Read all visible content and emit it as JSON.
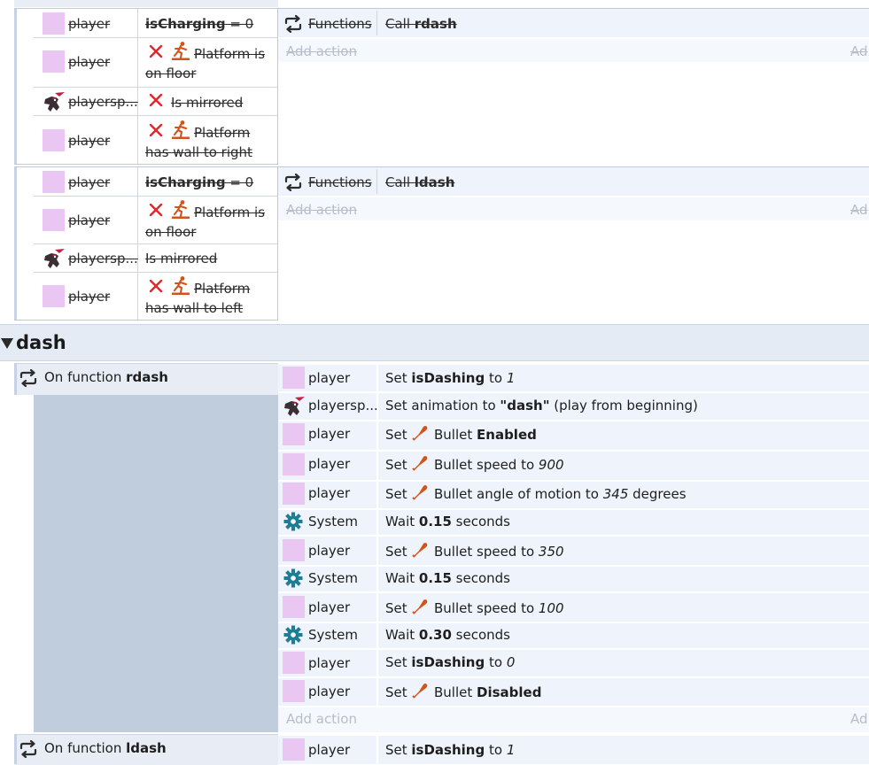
{
  "common": {
    "player": "player",
    "player_sprite": "playersp...",
    "system": "System",
    "add_action": "Add action",
    "add_right": "Ad"
  },
  "event_r": {
    "cond1": {
      "var": "isCharging",
      "rest": " = 0"
    },
    "cond2": {
      "line1": "Platform is",
      "line2": "on floor"
    },
    "cond3": "Is mirrored",
    "cond4": {
      "line1": "Platform",
      "line2": "has wall to right"
    },
    "action_object": "Functions",
    "action": {
      "prefix": "Call ",
      "name": "rdash"
    }
  },
  "event_l": {
    "cond1": {
      "var": "isCharging",
      "rest": " = 0"
    },
    "cond2": {
      "line1": "Platform is",
      "line2": "on floor"
    },
    "cond3": "Is mirrored",
    "cond4": {
      "line1": "Platform",
      "line2": "has wall to left"
    },
    "action_object": "Functions",
    "action": {
      "prefix": "Call ",
      "name": "ldash"
    }
  },
  "group": {
    "title": "dash"
  },
  "rdash": {
    "label": "On function ",
    "name": "rdash",
    "a1": {
      "p1": "Set ",
      "b": "isDashing",
      "p2": " to ",
      "i": "1"
    },
    "a2": {
      "p1": "Set animation to ",
      "b": "\"dash\"",
      "p2": " (play from beginning)"
    },
    "a3": {
      "p1": "Set ",
      "beh": "Bullet ",
      "b": "Enabled"
    },
    "a4": {
      "p1": "Set ",
      "beh": "Bullet speed to ",
      "i": "900"
    },
    "a5": {
      "p1": "Set ",
      "beh": "Bullet angle of motion to ",
      "i": "345",
      "p2": " degrees"
    },
    "a6": {
      "p1": "Wait ",
      "b": "0.15",
      "p2": " seconds"
    },
    "a7": {
      "p1": "Set ",
      "beh": "Bullet speed to ",
      "i": "350"
    },
    "a8": {
      "p1": "Wait ",
      "b": "0.15",
      "p2": " seconds"
    },
    "a9": {
      "p1": "Set ",
      "beh": "Bullet speed to ",
      "i": "100"
    },
    "a10": {
      "p1": "Wait ",
      "b": "0.30",
      "p2": " seconds"
    },
    "a11": {
      "p1": "Set ",
      "b": "isDashing",
      "p2": " to ",
      "i": "0"
    },
    "a12": {
      "p1": "Set ",
      "beh": "Bullet ",
      "b": "Disabled"
    }
  },
  "ldash": {
    "label": "On function ",
    "name": "ldash",
    "a1": {
      "p1": "Set ",
      "b": "isDashing",
      "p2": " to ",
      "i": "1"
    }
  },
  "colors": {
    "object_icon": "#eac6f3",
    "sidebar": "#bfcddd",
    "action_bg": "#eff3fb",
    "group_header": "#e4ebf5",
    "accent_red": "#e0262a",
    "accent_orange": "#d2541b",
    "gear": "#1d7d95"
  },
  "icons": [
    "loop-icon",
    "x-icon",
    "platform-icon",
    "gear-icon",
    "bullet-icon",
    "sprite-icon",
    "triangle-down-icon"
  ]
}
